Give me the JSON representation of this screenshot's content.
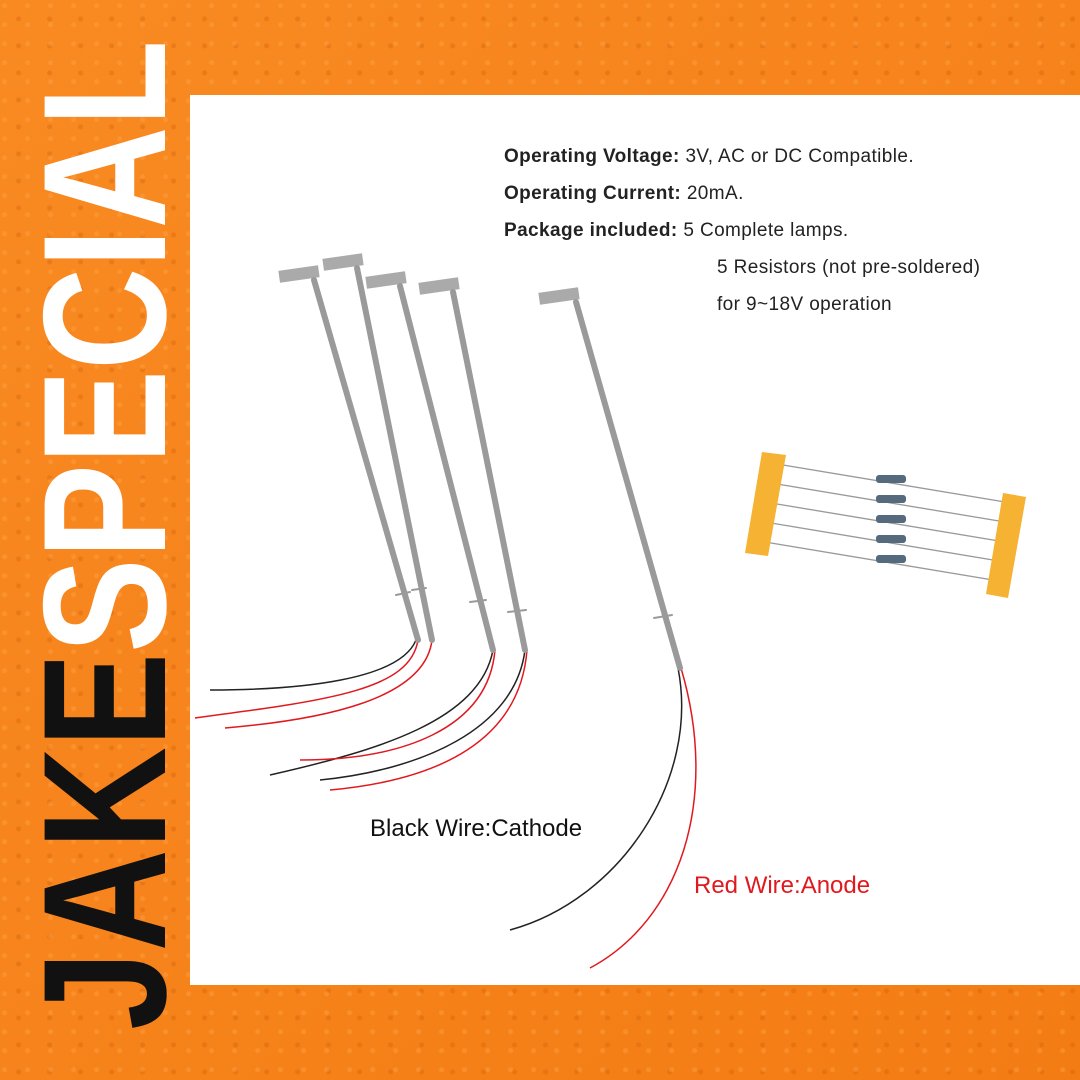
{
  "brand": {
    "logo_text_dark": "JAKE",
    "logo_text_light": "SPECIAL"
  },
  "specs": {
    "voltage_label": "Operating Voltage:",
    "voltage_value": " 3V, AC or DC Compatible.",
    "current_label": "Operating Current:",
    "current_value": " 20mA.",
    "package_label": "Package included:",
    "package_line1": " 5 Complete lamps.",
    "package_line2": "5 Resistors (not pre-soldered)",
    "package_line3": "for 9~18V operation"
  },
  "labels": {
    "black_wire": "Black Wire:Cathode",
    "red_wire": "Red Wire:Anode"
  },
  "colors": {
    "background": "#f7841c",
    "panel": "#ffffff",
    "red_wire": "#e0191f",
    "black_wire": "#111111",
    "lamp": "#9a9a9a",
    "tape": "#f5b233"
  }
}
